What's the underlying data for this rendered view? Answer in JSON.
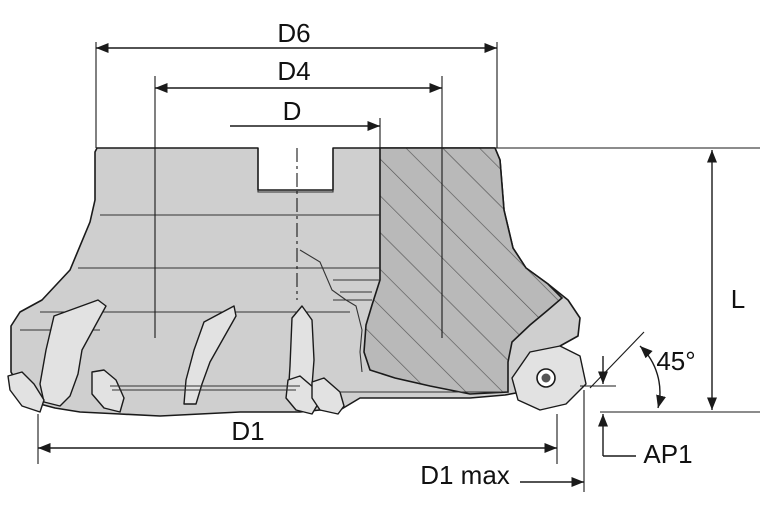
{
  "labels": {
    "d6": "D6",
    "d4": "D4",
    "d": "D",
    "l": "L",
    "angle": "45°",
    "d1": "D1",
    "d1max": "D1 max",
    "ap1": "AP1"
  },
  "colors": {
    "body_fill": "#cfcfcf",
    "insert_fill": "#e2e2e2",
    "hatch": "#555555",
    "line": "#1a1a1a"
  }
}
